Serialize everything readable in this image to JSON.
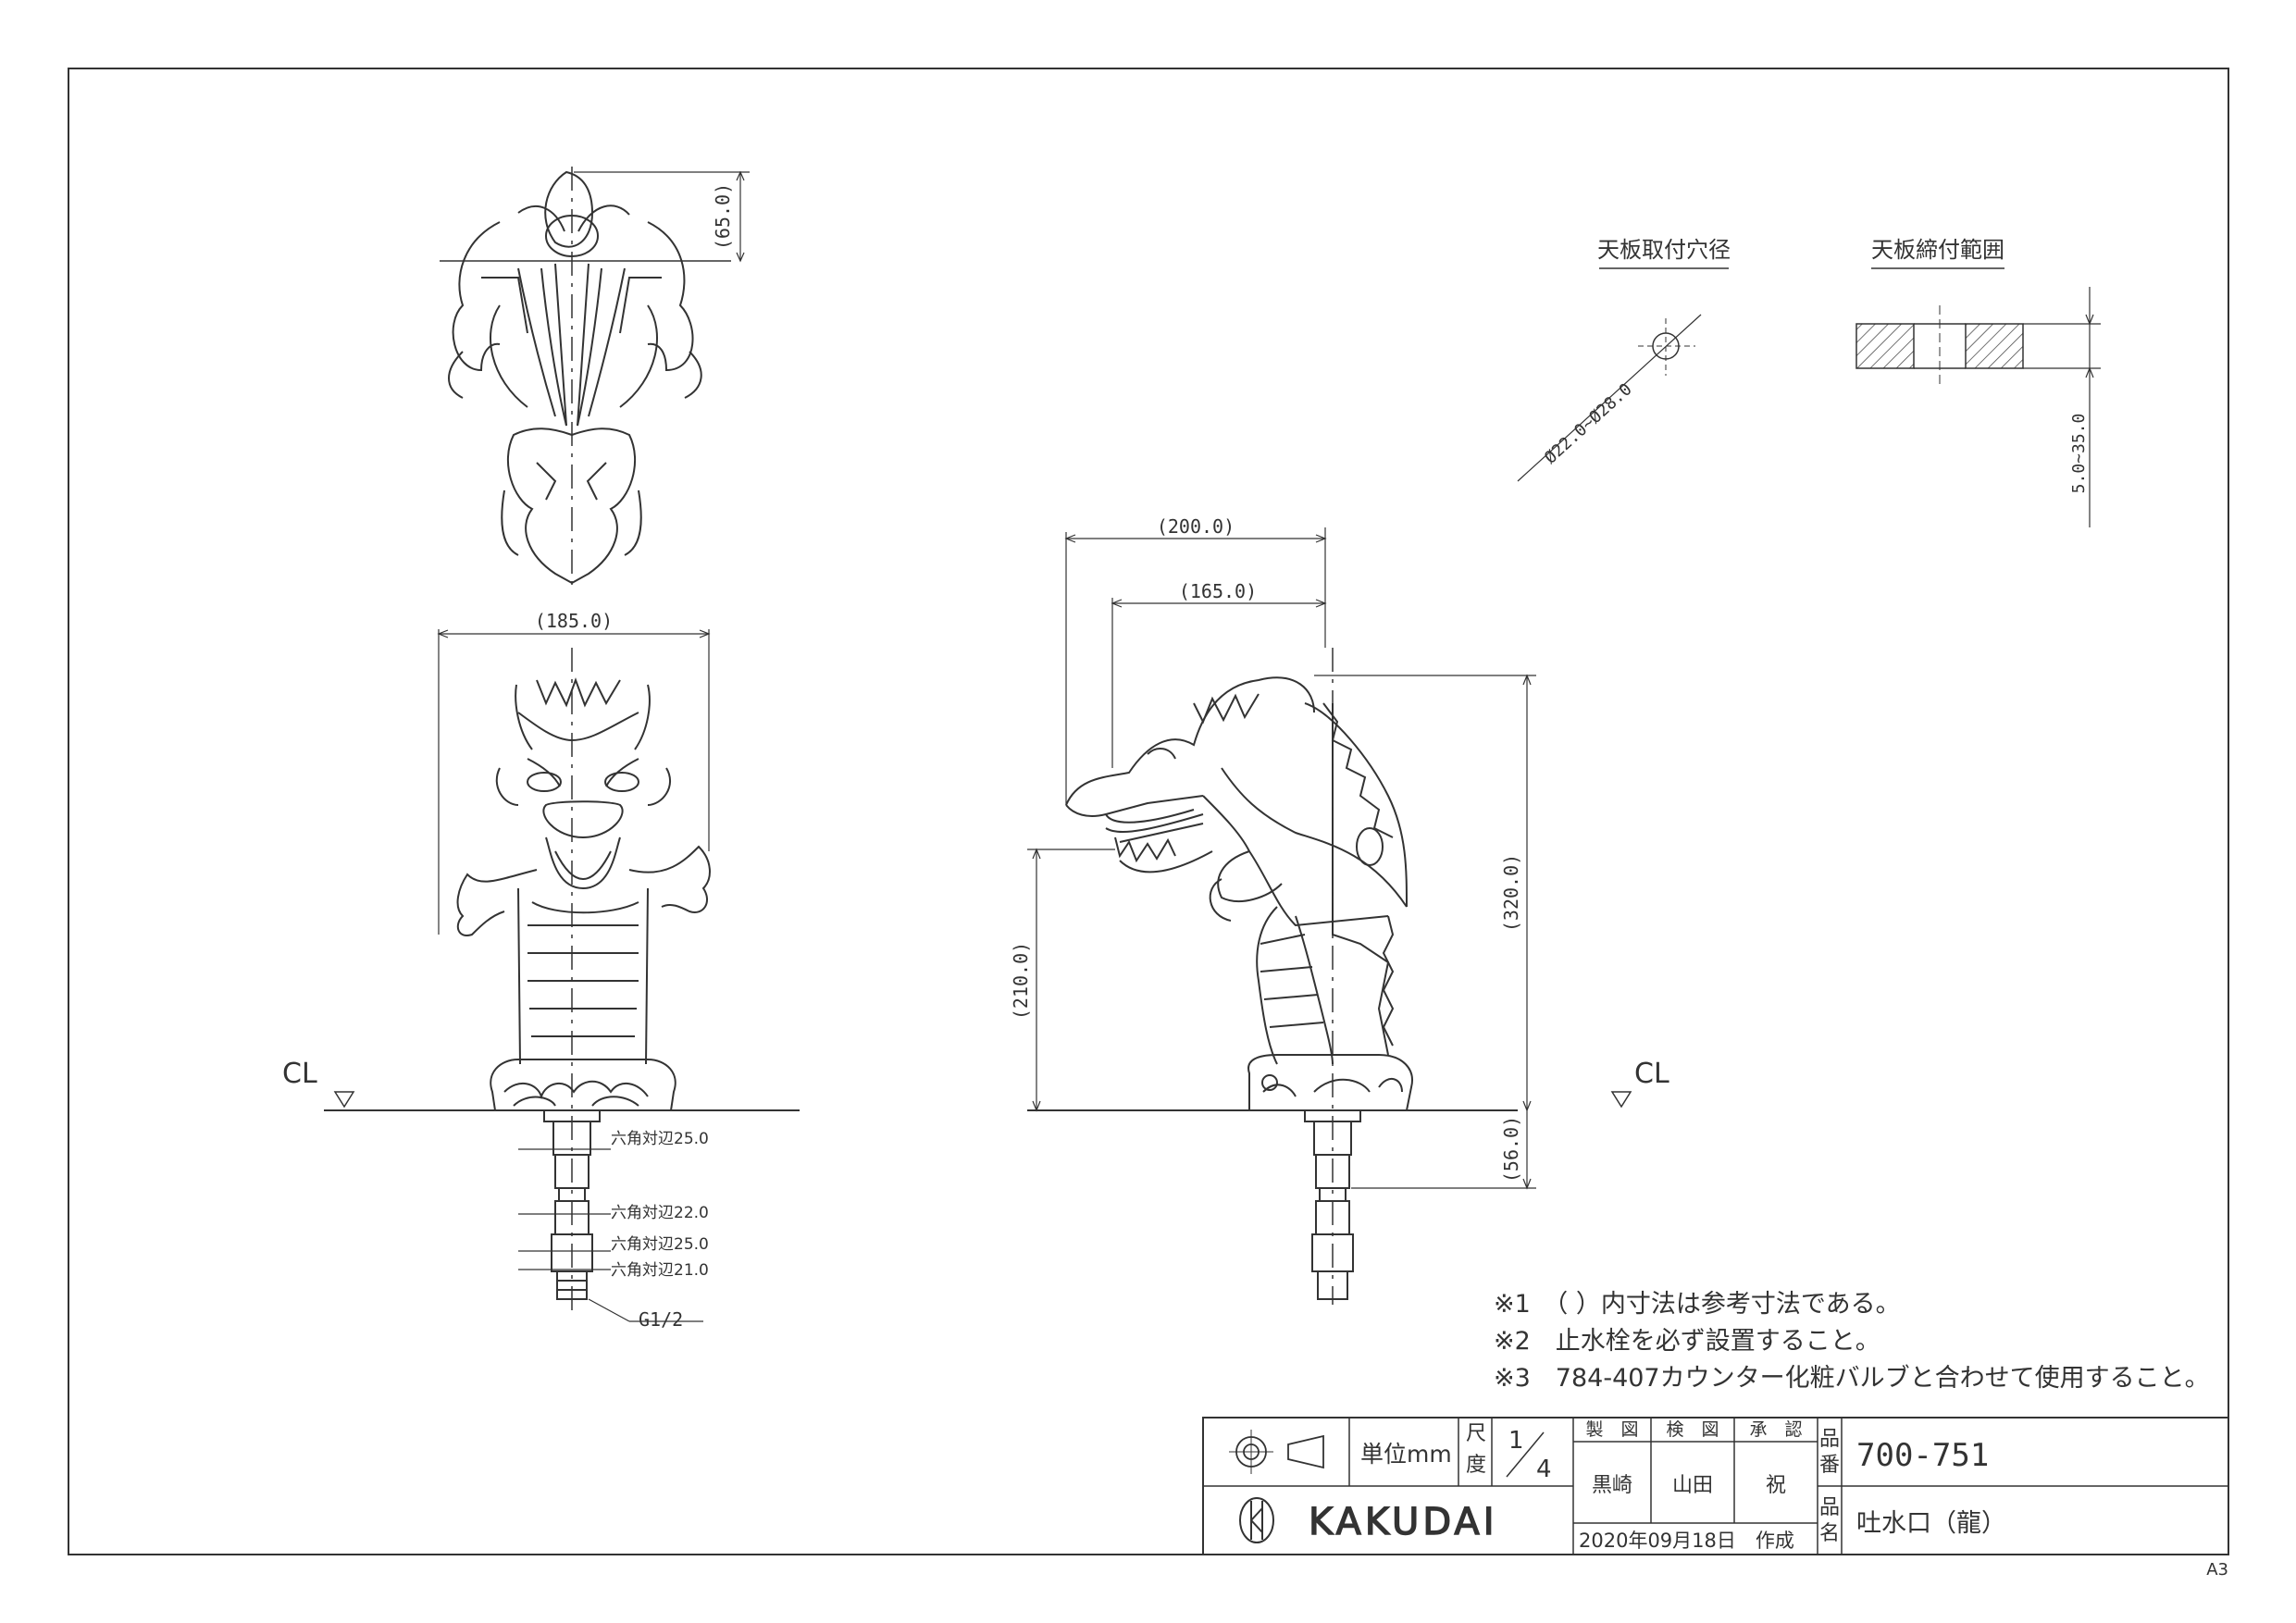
{
  "dims": {
    "top_height": "(65.0)",
    "width_front": "(185.0)",
    "width_side_200": "(200.0)",
    "width_side_165": "(165.0)",
    "height_210": "(210.0)",
    "height_320": "(320.0)",
    "below_56": "(56.0)",
    "hex_25a": "六角対辺25.0",
    "hex_22": "六角対辺22.0",
    "hex_25b": "六角対辺25.0",
    "hex_21": "六角対辺21.0",
    "thread": "G1/2",
    "cl": "CL",
    "hole_dia": "Ø22.0~Ø28.0",
    "clamp_range": "5.0~35.0"
  },
  "details": {
    "hole_title": "天板取付穴径",
    "clamp_title": "天板締付範囲"
  },
  "notes": [
    "※1　（ ）内寸法は参考寸法である。",
    "※2　止水栓を必ず設置すること。",
    "※3　784-407カウンター化粧バルブと合わせて使用すること。"
  ],
  "titleblock": {
    "unit": "単位mm",
    "scale_label_1": "尺",
    "scale_label_2": "度",
    "scale_num": "1",
    "scale_den": "4",
    "made_label": "製　図",
    "check_label": "検　図",
    "approve_label": "承　認",
    "made_by": "黒崎",
    "checked_by": "山田",
    "approved_by": "祝",
    "part_label_1": "品",
    "part_label_2": "番",
    "part_number": "700-751",
    "name_label_1": "品",
    "name_label_2": "名",
    "part_name": "吐水口（龍）",
    "logo_text": "KAKUDAI",
    "date": "2020年09月18日　作成",
    "sheet": "A3"
  }
}
